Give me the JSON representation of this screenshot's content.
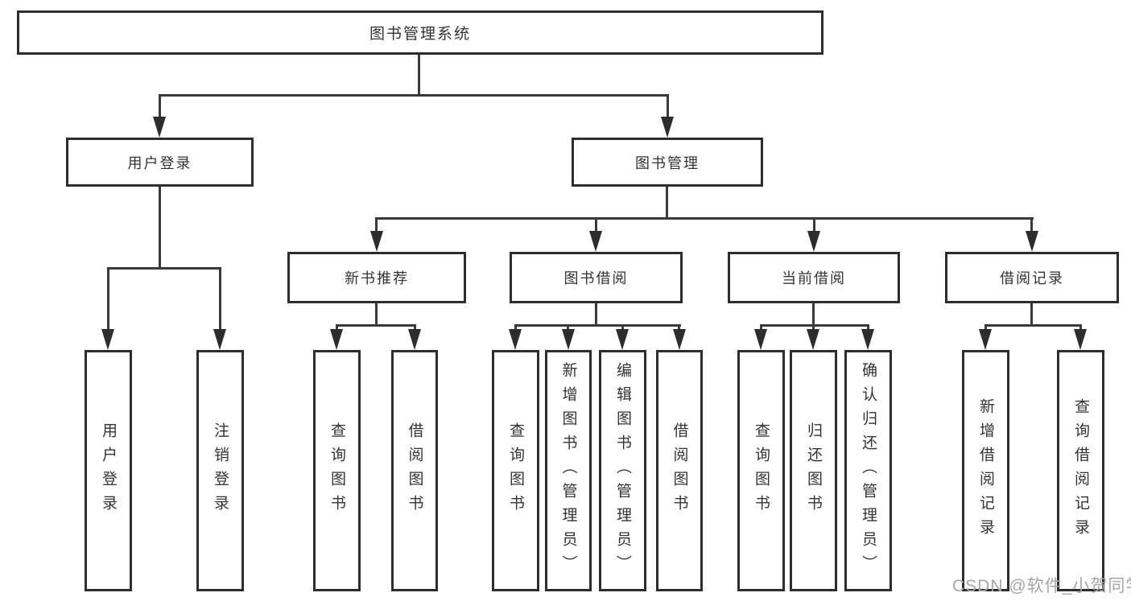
{
  "diagram": {
    "type": "hierarchy-tree",
    "root": {
      "label": "图书管理系统",
      "children": [
        {
          "label": "用户登录",
          "children": [
            {
              "label": "用户登录"
            },
            {
              "label": "注销登录"
            }
          ]
        },
        {
          "label": "图书管理",
          "children": [
            {
              "label": "新书推荐",
              "children": [
                {
                  "label": "查询图书"
                },
                {
                  "label": "借阅图书"
                }
              ]
            },
            {
              "label": "图书借阅",
              "children": [
                {
                  "label": "查询图书"
                },
                {
                  "label": "新增图书（管理员）"
                },
                {
                  "label": "编辑图书（管理员）"
                },
                {
                  "label": "借阅图书"
                }
              ]
            },
            {
              "label": "当前借阅",
              "children": [
                {
                  "label": "查询图书"
                },
                {
                  "label": "归还图书"
                },
                {
                  "label": "确认归还（管理员）"
                }
              ]
            },
            {
              "label": "借阅记录",
              "children": [
                {
                  "label": "新增借阅记录"
                },
                {
                  "label": "查询借阅记录"
                }
              ]
            }
          ]
        }
      ]
    }
  },
  "watermark": {
    "text": "CSDN @软件_小贺同学"
  },
  "colors": {
    "background": "#ffffff",
    "box_border": "#2d2d2d",
    "line": "#3a3a3a",
    "text": "#333333",
    "watermark": "#a6a6a6"
  }
}
